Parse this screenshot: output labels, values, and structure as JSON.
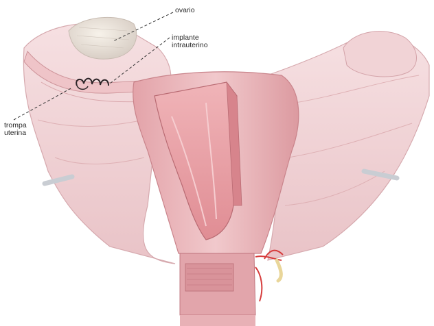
{
  "labels": {
    "ovary": "ovario",
    "implant": "implante\nintrauterino",
    "tube": "trompa\nuterina"
  },
  "colors": {
    "tissue_light": "#f3d8da",
    "tissue_mid": "#e8b8bc",
    "tissue_dark": "#c97a82",
    "cavity": "#e79aa0",
    "ovary": "#efe8df",
    "implant": "#2b2326",
    "vessel": "#d63b3b",
    "leader": "#333333"
  }
}
